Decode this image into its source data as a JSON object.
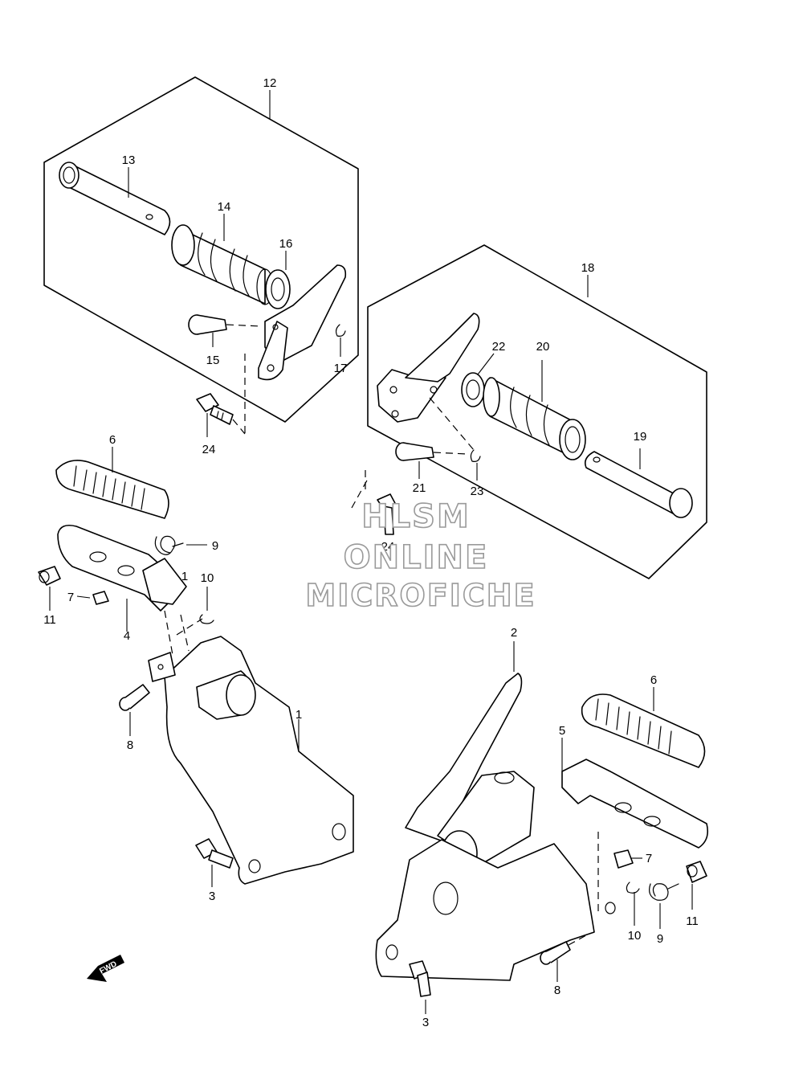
{
  "diagram": {
    "callouts": {
      "c1": "1",
      "c1b": "1",
      "c2": "2",
      "c3a": "3",
      "c3b": "3",
      "c4": "4",
      "c5": "5",
      "c6a": "6",
      "c6b": "6",
      "c7a": "7",
      "c7b": "7",
      "c8a": "8",
      "c8b": "8",
      "c9a": "9",
      "c9b": "9",
      "c10a": "10",
      "c10b": "10",
      "c11a": "11",
      "c11b": "11",
      "c12": "12",
      "c13": "13",
      "c14": "14",
      "c15": "15",
      "c16": "16",
      "c17": "17",
      "c18": "18",
      "c19": "19",
      "c20": "20",
      "c21": "21",
      "c22": "22",
      "c23": "23",
      "c24a": "24",
      "c24b": "24"
    },
    "fwd_label": "FWD",
    "watermark": {
      "line1": "HLSM",
      "line2": "ONLINE",
      "line3": "MICROFICHE"
    }
  }
}
